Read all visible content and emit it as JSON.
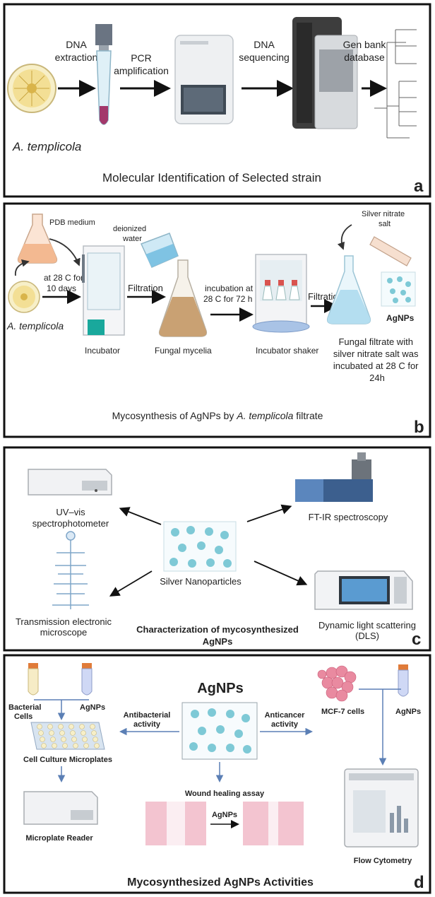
{
  "panel_a": {
    "organism": "A. templicola",
    "steps": [
      "DNA extraction",
      "PCR amplification",
      "DNA sequencing",
      "Gen bank database"
    ],
    "caption": "Molecular Identification of Selected strain",
    "letter": "a"
  },
  "panel_b": {
    "organism": "A. templicola",
    "pdb_medium": "PDB medium",
    "deionized_water": [
      "deionized",
      "water"
    ],
    "incubation_1": [
      "at 28 C for",
      "10 days"
    ],
    "incubator": "Incubator",
    "filtration_1": "Filtration",
    "fungal_mycelia": "Fungal mycelia",
    "incubation_2": [
      "incubation at",
      "28 C for 72 h"
    ],
    "incubator_shaker": "Incubator shaker",
    "filtration_2": "Filtration",
    "silver_nitrate": [
      "Silver nitrate",
      "salt"
    ],
    "agnps": "AgNPs",
    "filtrate_note": [
      "Fungal filtrate with",
      "silver nitrate salt was",
      "incubated at 28 C for",
      "24h"
    ],
    "caption_prefix": "Mycosynthesis of AgNPs by ",
    "caption_species": "A. templicola",
    "caption_suffix": " filtrate",
    "letter": "b"
  },
  "panel_c": {
    "uv_vis": [
      "UV–vis",
      "spectrophotometer"
    ],
    "ftir": "FT-IR spectroscopy",
    "center": "Silver Nanoparticles",
    "tem": [
      "Transmission electronic",
      "microscope"
    ],
    "dls": [
      "Dynamic light scattering",
      "(DLS)"
    ],
    "caption": [
      "Characterization of mycosynthesized",
      "AgNPs"
    ],
    "letter": "c"
  },
  "panel_d": {
    "title": "AgNPs",
    "bacterial_cells": [
      "Bacterial",
      "Cells"
    ],
    "agnps_left": "AgNPs",
    "antibacterial": [
      "Antibacterial",
      "activity"
    ],
    "anticancer": [
      "Anticancer",
      "activity"
    ],
    "mcf7": "MCF-7 cells",
    "agnps_right": "AgNPs",
    "microplates": "Cell Culture Microplates",
    "microplate_reader": "Microplate Reader",
    "wound_healing": "Wound healing assay",
    "agnps_wound": "AgNPs",
    "flow_cytometry": "Flow Cytometry",
    "caption": "Mycosynthesized AgNPs Activities",
    "letter": "d"
  },
  "colors": {
    "arrow": "#111111",
    "arrow_blue": "#5b7fb5",
    "petri": "#f5e6a8",
    "flask_fill": "#f6c7a8",
    "nanoparticle": "#7ec9d6",
    "cell_pink": "#e98aa0"
  }
}
